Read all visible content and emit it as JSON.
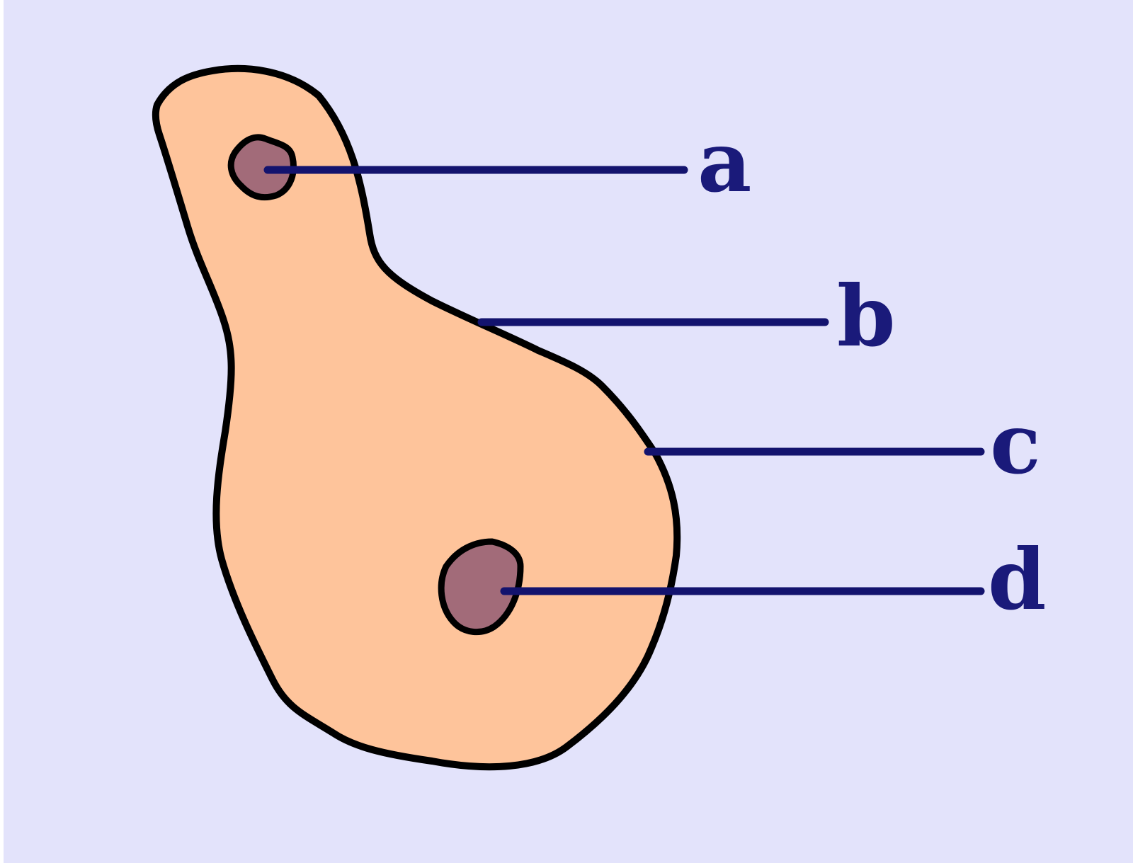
{
  "diagram": {
    "colors": {
      "background": "#e3e3fb",
      "cell_fill": "#fec49b",
      "nucleus_fill": "#a26b79",
      "outline": "#000000",
      "leader_line": "#13136e",
      "label": "#1a1a7a"
    },
    "labels": {
      "a": "a",
      "b": "b",
      "c": "c",
      "d": "d"
    }
  }
}
